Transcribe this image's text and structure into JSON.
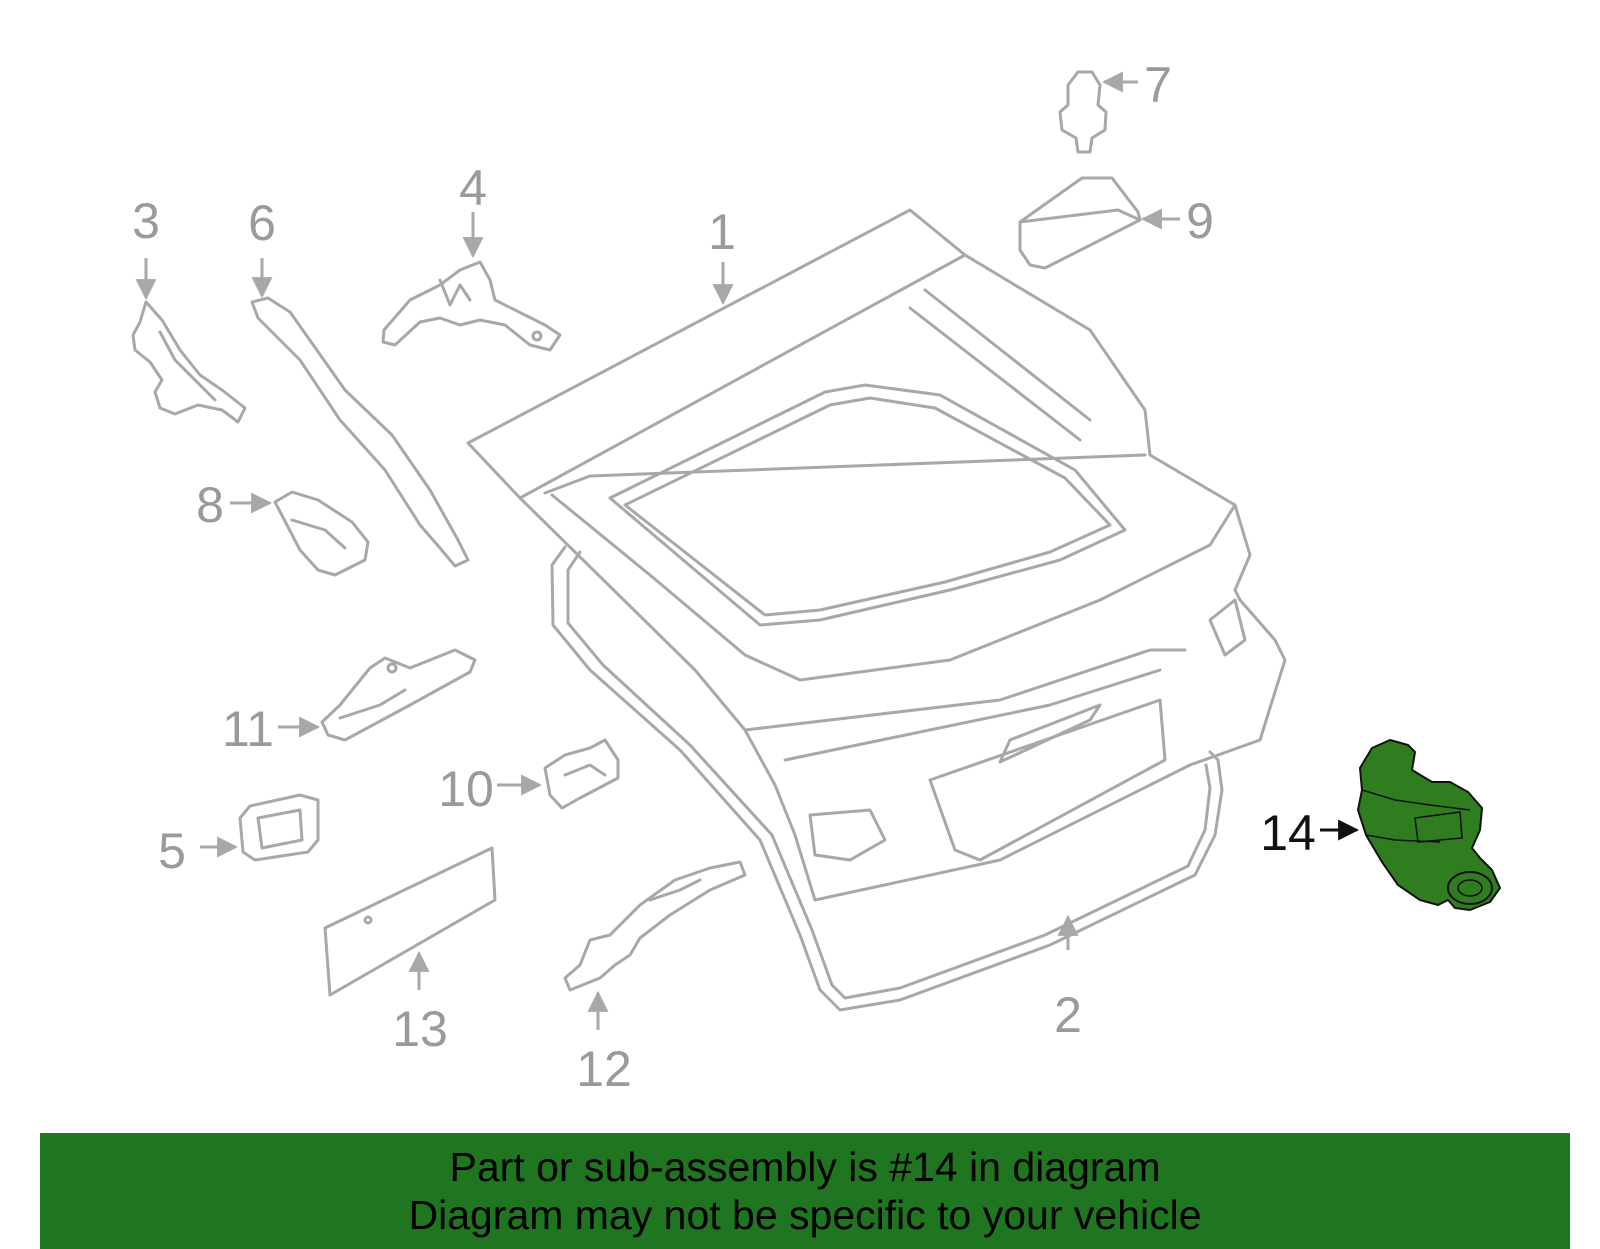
{
  "callouts": {
    "c1": "1",
    "c2": "2",
    "c3": "3",
    "c4": "4",
    "c5": "5",
    "c6": "6",
    "c7": "7",
    "c8": "8",
    "c9": "9",
    "c10": "10",
    "c11": "11",
    "c12": "12",
    "c13": "13",
    "c14": "14"
  },
  "highlighted_part": "14",
  "colors": {
    "part_outline": "#a8a8a8",
    "label_text": "#9a9a9a",
    "highlight_fill": "#2f7d1f",
    "banner_background": "#207520",
    "banner_text": "#000000"
  },
  "banner": {
    "line1": "Part or sub-assembly is #14 in diagram",
    "line2": "Diagram may not be specific to your vehicle"
  }
}
